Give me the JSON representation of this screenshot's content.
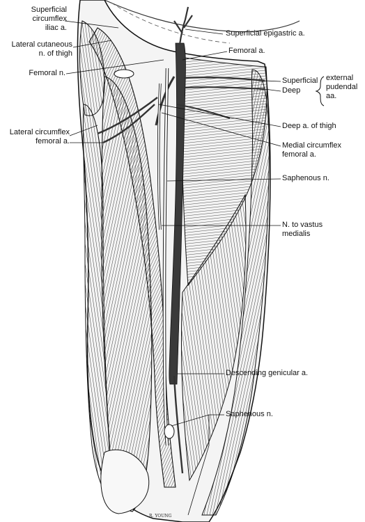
{
  "figure": {
    "background": "#ffffff",
    "ink_color": "#1a1a1a",
    "vessel_color": "#3a3a3a",
    "nerve_color": "#ffffff"
  },
  "labels_left": {
    "superficial_circumflex_iliac": "Superficial\ncircumflex\niliac a.",
    "lateral_cutaneous_nerve": "Lateral cutaneous\nn. of thigh",
    "femoral_nerve": "Femoral n.",
    "lateral_circumflex_femoral": "Lateral circumflex\nfemoral a."
  },
  "labels_right": {
    "superficial_epigastric": "Superficial epigastric a.",
    "femoral_artery": "Femoral a.",
    "superficial_pudendal": "Superficial",
    "deep_pudendal": "Deep",
    "external_pudendal_group": "external\npudendal\naa.",
    "deep_artery_of_thigh": "Deep a. of thigh",
    "medial_circumflex_femoral": "Medial circumflex\nfemoral a.",
    "saphenous_nerve_upper": "Saphenous n.",
    "nerve_to_vastus_medialis": "N. to vastus\nmedialis",
    "descending_genicular": "Descending genicular a.",
    "saphenous_nerve_lower": "Saphenous n."
  },
  "signature": "R. YOUNG"
}
